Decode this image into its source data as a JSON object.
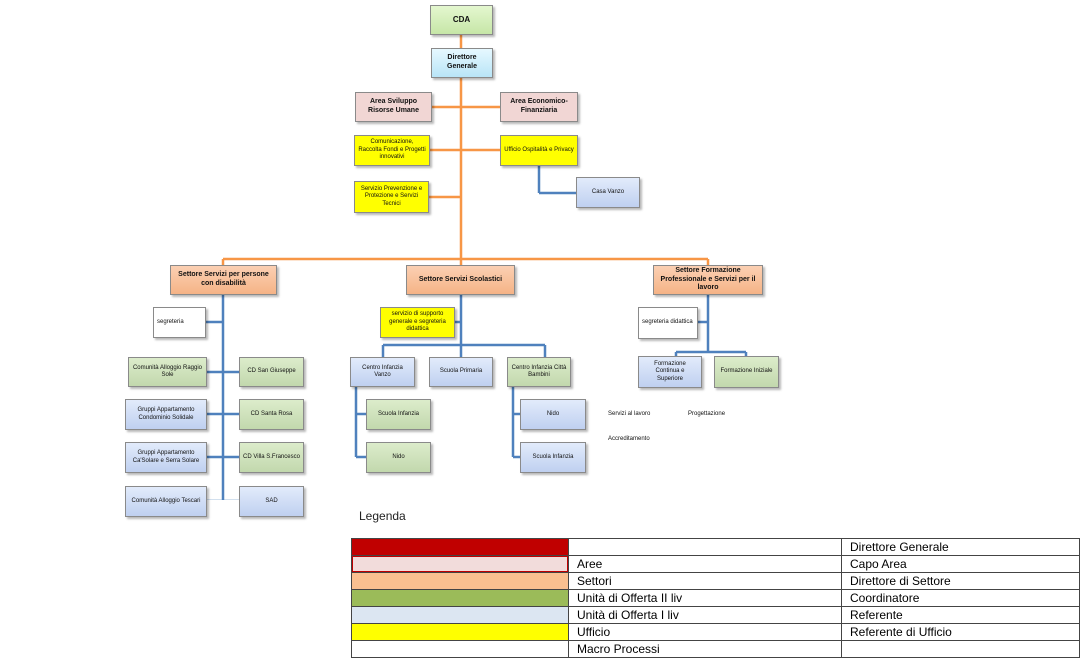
{
  "nodes": {
    "cda": "CDA",
    "direttore": "Direttore Generale",
    "area_sviluppo": "Area Sviluppo Risorse Umane",
    "area_economico": "Area Economico-Finanziaria",
    "comunicazione": "Comunicazione, Raccolta Fondi e Progetti innovativi",
    "ufficio_ospitalita": "Ufficio Ospitalità e Privacy",
    "casa_vanzo": "Casa Vanzo",
    "servizio_prevenzione": "Servizio Prevenzione e Protezione e Servizi Tecnici",
    "settore_disabilita": "Settore Servizi per persone con disabilità",
    "settore_scolastici": "Settore Servizi Scolastici",
    "settore_formazione": "Settore Formazione Professionale e Servizi per il lavoro",
    "segreteria": "segreteria",
    "servizio_supporto": "servizio di supporto generale e segreteria didattica",
    "segreteria_didattica": "segreteria didattica",
    "comunita_raggio": "Comunità Alloggio Raggio Sole",
    "cd_san_giuseppe": "CD San Giuseppe",
    "gruppi_condominio": "Gruppi Appartamento Condominio Solidale",
    "cd_santa_rosa": "CD Santa Rosa",
    "gruppi_casolare": "Gruppi Appartamento Ca'Solare e Serra Solare",
    "cd_villa": "CD Villa S.Francesco",
    "comunita_tescari": "Comunità Alloggio Tescari",
    "sad": "SAD",
    "centro_vanzo": "Centro Infanzia Vanzo",
    "scuola_primaria": "Scuola Primaria",
    "centro_citta": "Centro Infanzia Città Bambini",
    "scuola_infanzia_1": "Scuola Infanzia",
    "nido_1": "Nido",
    "nido_2": "Nido",
    "scuola_infanzia_2": "Scuola Infanzia",
    "formazione_continua": "Formazione Continua e Superiore",
    "formazione_iniziale": "Formazione Iniziale",
    "servizi_lavoro": "Servizi al lavoro",
    "progettazione": "Progettazione",
    "accreditamento": "Accreditamento"
  },
  "legend": {
    "title": "Legenda",
    "rows": [
      {
        "color": "#c00000",
        "label": "",
        "role": "Direttore Generale"
      },
      {
        "color": "#f2dcdb",
        "label": "Aree",
        "role": "Capo Area"
      },
      {
        "color": "#fac090",
        "label": "Settori",
        "role": "Direttore di Settore"
      },
      {
        "color": "#9bbb59",
        "label": "Unità di Offerta II liv",
        "role": "Coordinatore"
      },
      {
        "color": "#dce6f2",
        "label": "Unità di Offerta I liv",
        "role": "Referente"
      },
      {
        "color": "#ffff00",
        "label": "Ufficio",
        "role": "Referente di Ufficio"
      },
      {
        "color": "#ffffff",
        "label": "Macro Processi",
        "role": ""
      }
    ]
  },
  "colors": {
    "connector_orange": "#f79646",
    "connector_blue": "#4f81bd",
    "legend_red": "#c00000",
    "legend_pink": "#f2dcdb",
    "legend_orange": "#fac090",
    "legend_green": "#9bbb59",
    "legend_blue": "#dce6f2",
    "legend_yellow": "#ffff00"
  }
}
